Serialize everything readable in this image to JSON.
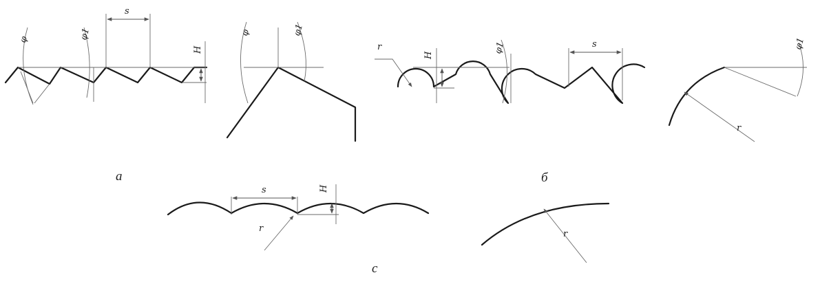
{
  "figure": {
    "captions": {
      "a": "а",
      "b": "б",
      "c": "с"
    },
    "labels": {
      "s": "s",
      "H": "H",
      "r": "r",
      "phi": "φ",
      "phi1": "φ1"
    }
  }
}
